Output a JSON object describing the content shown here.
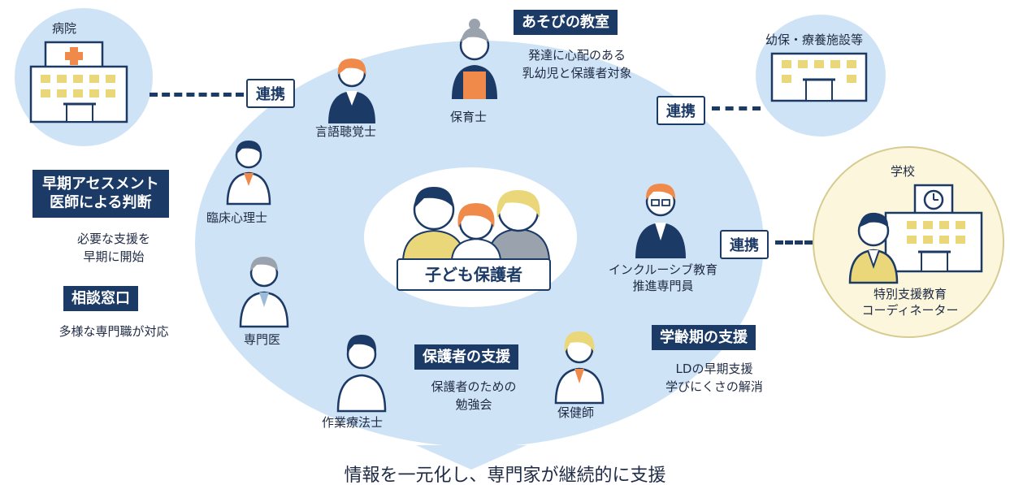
{
  "nodes": {
    "hospital": "病院",
    "nursery": "幼保・療養施設等",
    "school": "学校"
  },
  "links": {
    "hospital": "連携",
    "nursery": "連携",
    "school": "連携"
  },
  "badges": {
    "play_room": "あそびの教室",
    "early_assessment": [
      "早期アセスメント",
      "医師による判断"
    ],
    "consultation": "相談窓口",
    "guardian_support": "保護者の支援",
    "school_age_support": "学齢期の支援"
  },
  "texts": {
    "play_room_desc": [
      "発達に心配のある",
      "乳幼児と保護者対象"
    ],
    "early_support": [
      "必要な支援を",
      "早期に開始"
    ],
    "consultation_desc": "多様な専門職が対応",
    "guardian_desc": [
      "保護者のための",
      "勉強会"
    ],
    "school_age_desc": [
      "LDの早期支援",
      "学びにくさの解消"
    ]
  },
  "roles": {
    "nursery_teacher": "保育士",
    "speech_therapist": "言語聴覚士",
    "clinical_psychologist": "臨床心理士",
    "specialist_doctor": "専門医",
    "occupational_therapist": "作業療法士",
    "public_health_nurse": "保健師",
    "inclusive_promoter": [
      "インクルーシブ教育",
      "推進専門員"
    ],
    "special_needs_coordinator": [
      "特別支援教育",
      "コーディネーター"
    ]
  },
  "center": "子ども保護者",
  "caption": "情報を一元化し、専門家が継続的に支援",
  "colors": {
    "navy": "#1c3a66",
    "light_blue": "#cfe3f6",
    "building_yellow": "#e9d77a",
    "school_bg": "#fbf6dc",
    "accent_orange": "#f08a4b"
  }
}
